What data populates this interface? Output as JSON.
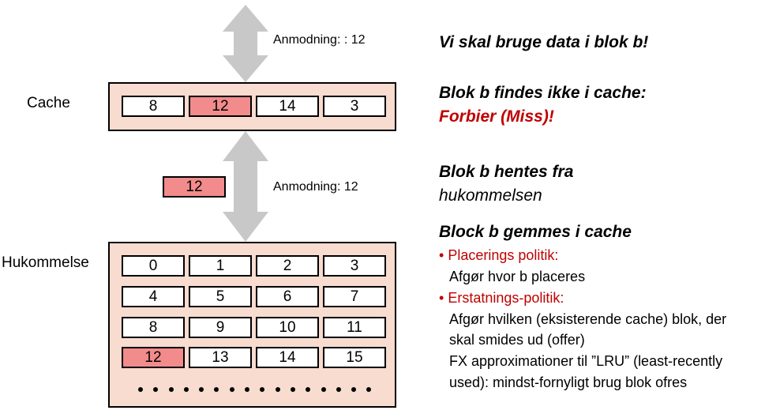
{
  "labels": {
    "cache": "Cache",
    "memory": "Hukommelse"
  },
  "requests": {
    "top": "Anmodning: : 12",
    "middle": "Anmodning: 12"
  },
  "cache_blocks": [
    "8",
    "12",
    "14",
    "3"
  ],
  "moving_block": "12",
  "memory_blocks": [
    [
      "0",
      "1",
      "2",
      "3"
    ],
    [
      "4",
      "5",
      "6",
      "7"
    ],
    [
      "8",
      "9",
      "10",
      "11"
    ],
    [
      "12",
      "13",
      "14",
      "15"
    ]
  ],
  "text": {
    "line1": "Vi skal bruge data i blok b!",
    "line2": "Blok b findes ikke i cache:",
    "line3": "Forbier (Miss)!",
    "line4": "Blok b  hentes fra",
    "line5": "hukommelsen",
    "line6": "Block b gemmes i cache",
    "bullet1": "Placerings politik:",
    "bullet1_body": "Afgør hvor b placeres",
    "bullet2": "Erstatnings-politik:",
    "bullet2_body1": "Afgør hvilken (eksisterende cache) blok, der",
    "bullet2_body2": "skal smides ud (offer)",
    "bullet2_body3": "FX approximationer til ”LRU” (least-recently",
    "bullet2_body4": "used): mindst-fornyligt brug blok ofres"
  },
  "colors": {
    "highlight": "#f28b8b",
    "store_bg": "#f7dccf",
    "miss_red": "#c00000",
    "arrow_gray": "#c8c8c8"
  }
}
